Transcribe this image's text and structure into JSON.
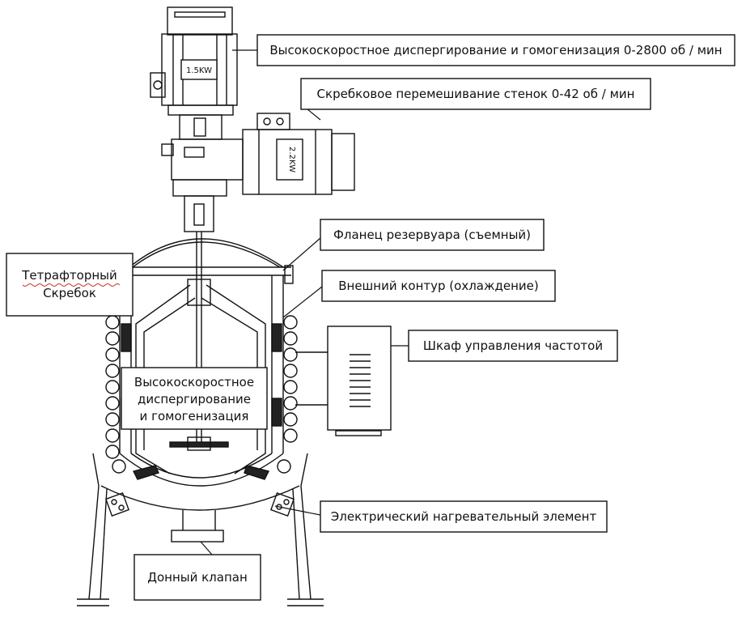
{
  "motor_top": {
    "rating": "1.5KW"
  },
  "motor_side": {
    "rating": "2.2KW"
  },
  "callouts": {
    "high_speed": "Высокоскоростное диспергирование и гомогенизация 0-2800 об / мин",
    "scraper_mix": "Скребковое перемешивание стенок 0-42 об / мин",
    "flange": "Фланец резервуара (съемный)",
    "ptfe_line1": "Тетрафторный",
    "ptfe_line2": "Скребок",
    "outer_loop": "Внешний контур (охлаждение)",
    "vfd_cabinet": "Шкаф управления частотой",
    "disperser_line1": "Высокоскоростное",
    "disperser_line2": "диспергирование",
    "disperser_line3": "и гомогенизация",
    "heater": "Электрический нагревательный элемент",
    "bottom_valve": "Донный клапан"
  }
}
